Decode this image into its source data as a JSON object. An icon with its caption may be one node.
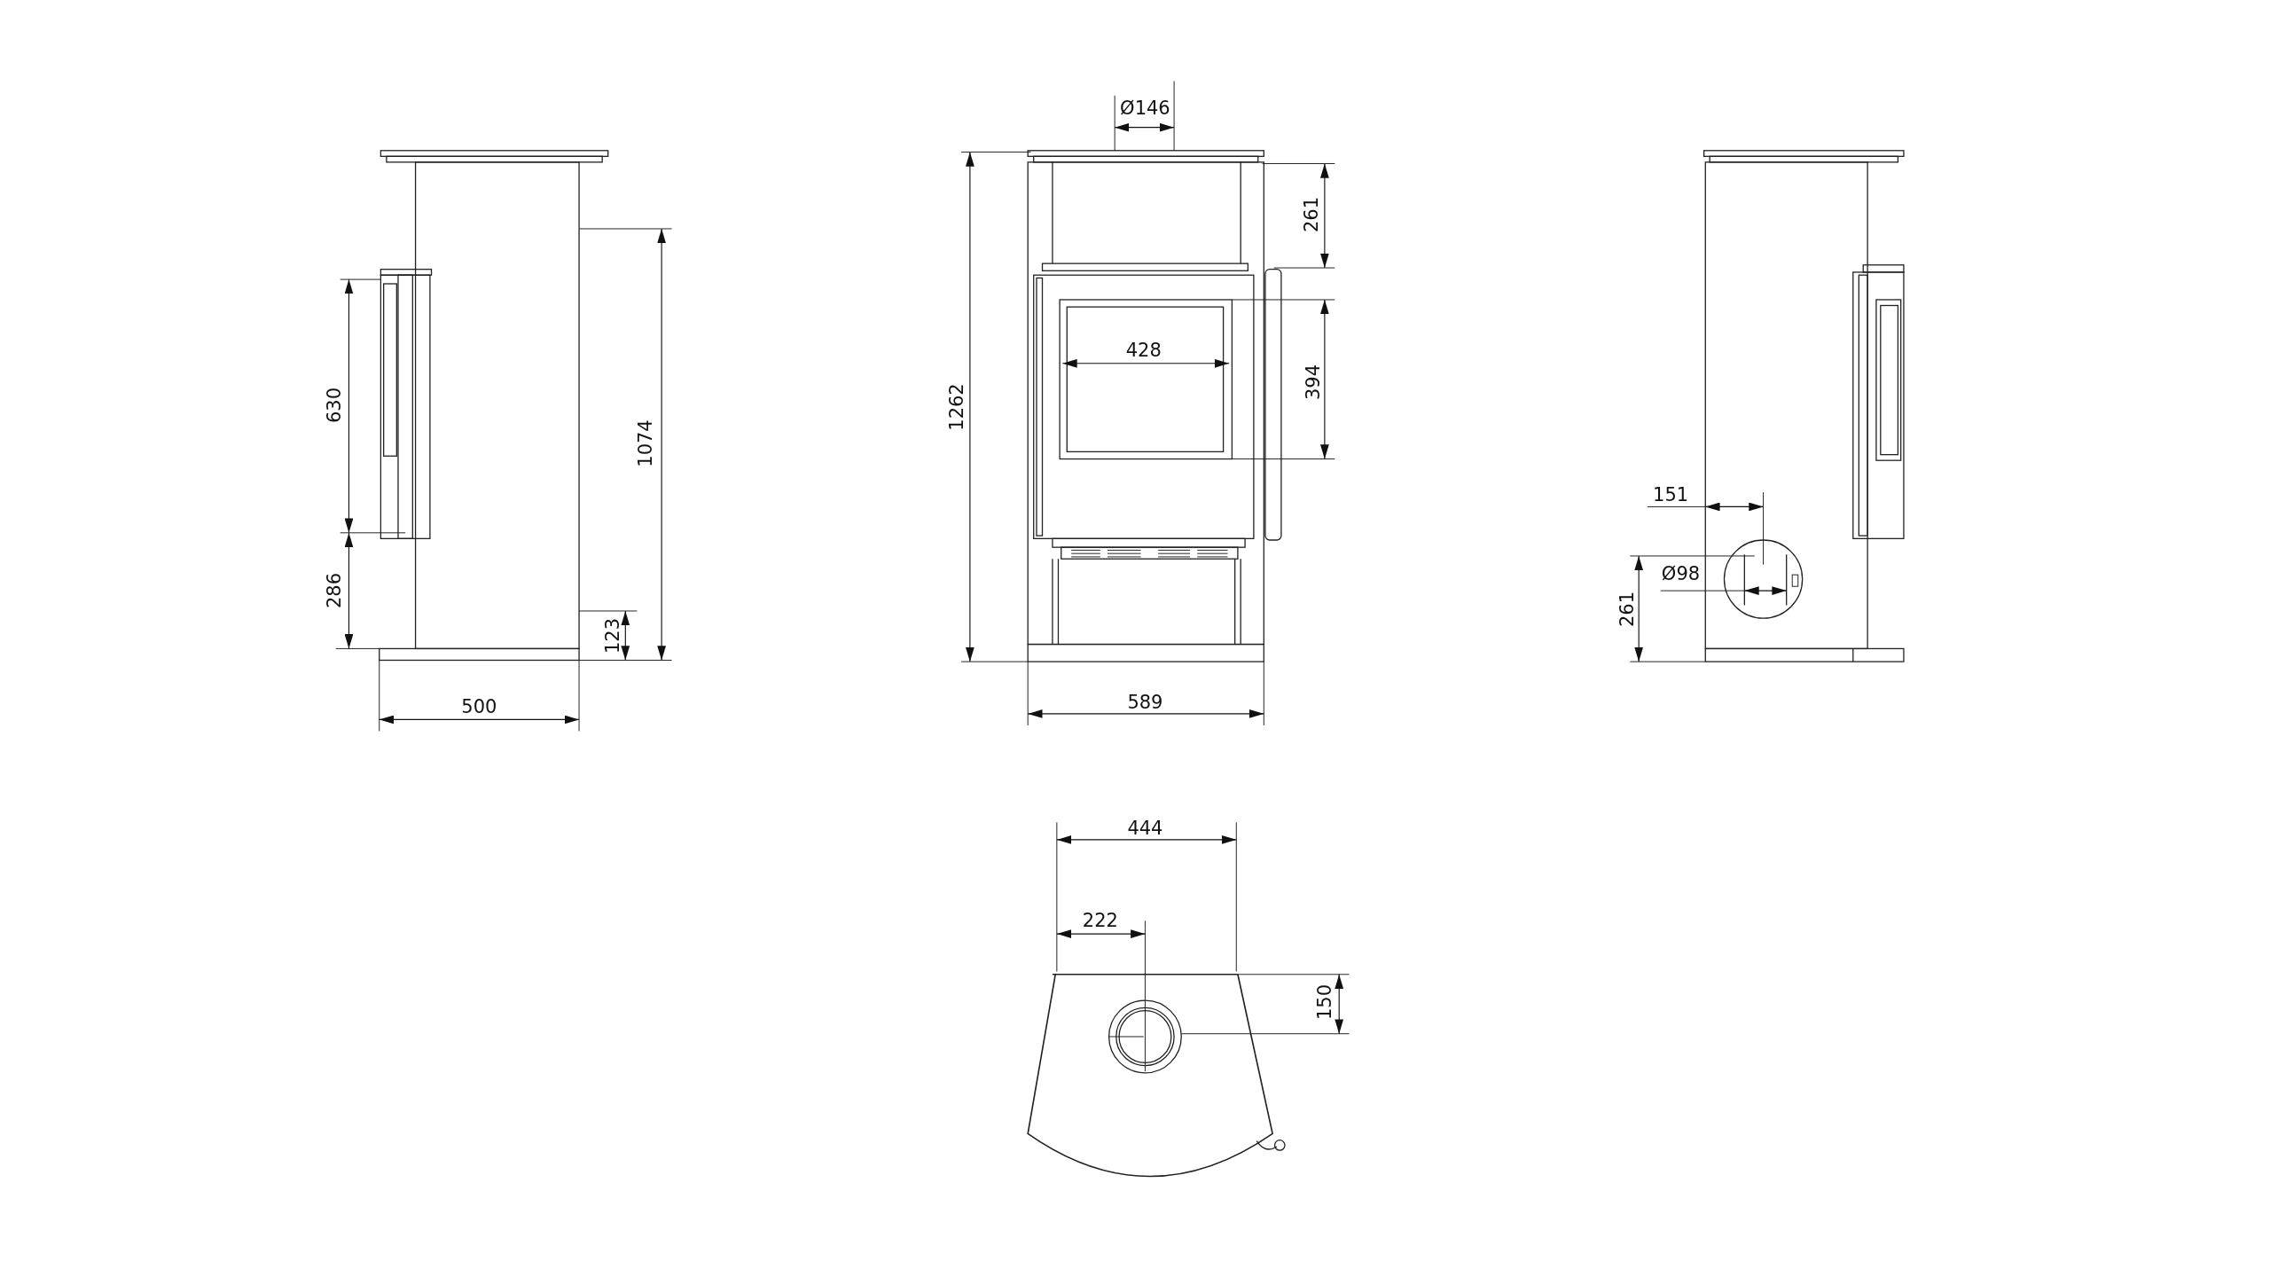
{
  "diagram": {
    "labels": [
      "Ø146",
      "261",
      "428",
      "394",
      "630",
      "1262",
      "1074",
      "151",
      "Ø98",
      "286",
      "261",
      "123",
      "589",
      "500",
      "444",
      "222",
      "150"
    ]
  }
}
